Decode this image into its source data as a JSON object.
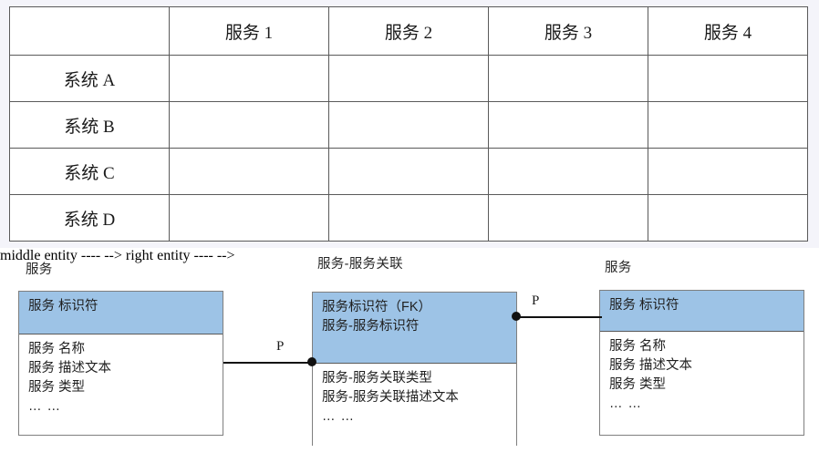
{
  "matrix": {
    "corner_label": "",
    "columns": [
      "服务 1",
      "服务 2",
      "服务 3",
      "服务 4"
    ],
    "rows": [
      {
        "label": "系统 A",
        "cells": [
          "",
          "",
          "",
          ""
        ]
      },
      {
        "label": "系统 B",
        "cells": [
          "",
          "",
          "",
          ""
        ]
      },
      {
        "label": "系统 C",
        "cells": [
          "",
          "",
          "",
          ""
        ]
      },
      {
        "label": "系统 D",
        "cells": [
          "",
          "",
          "",
          ""
        ]
      }
    ]
  },
  "er_diagram": {
    "colors": {
      "header_fill": "#9dc3e6",
      "box_border": "#7f7f7f",
      "connector": "#111111",
      "panel_background": "#ffffff",
      "page_background": "#f4f4fa"
    },
    "entities": [
      {
        "title": "服务",
        "key_attributes": [
          "服务 标识符"
        ],
        "attributes": [
          "服务 名称",
          "服务 描述文本",
          "服务 类型",
          "… …"
        ]
      },
      {
        "title": "服务-服务关联",
        "key_attributes": [
          "服务标识符（FK）",
          "服务-服务标识符"
        ],
        "attributes": [
          "服务-服务关联类型",
          "服务-服务关联描述文本",
          "… …"
        ]
      },
      {
        "title": "服务",
        "key_attributes": [
          "服务 标识符"
        ],
        "attributes": [
          "服务 名称",
          "服务 描述文本",
          "服务 类型",
          "… …"
        ]
      }
    ],
    "connectors": [
      {
        "label": "P"
      },
      {
        "label": "P"
      }
    ]
  }
}
